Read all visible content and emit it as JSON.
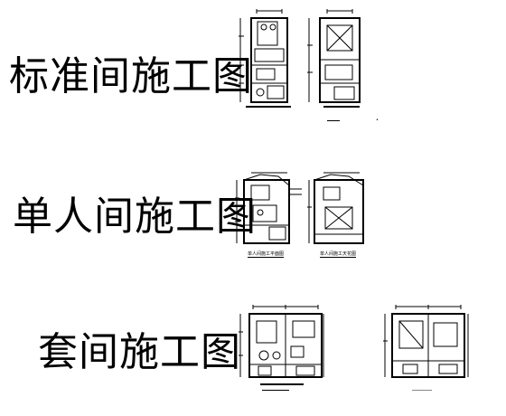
{
  "sections": [
    {
      "title": "标准间施工图",
      "captions": [
        "",
        ""
      ]
    },
    {
      "title": "单人间施工图",
      "captions": [
        "单人间施工平面图",
        "单人间施工天花图"
      ]
    },
    {
      "title": "套间施工图",
      "captions": [
        "",
        ""
      ]
    }
  ]
}
